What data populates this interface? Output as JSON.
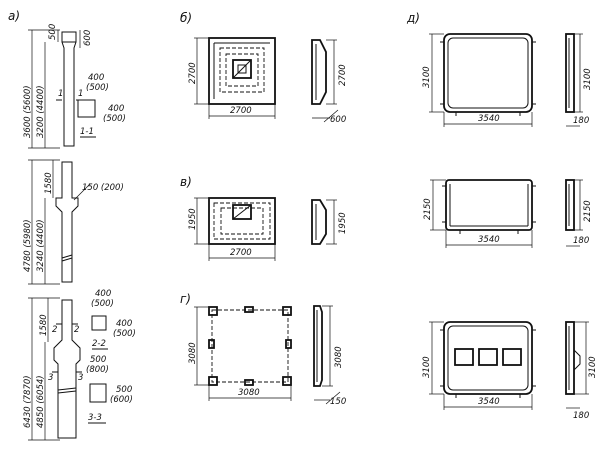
{
  "panels": {
    "a": "а)",
    "b": "б)",
    "v": "в)",
    "g": "г)",
    "d": "д)"
  },
  "column_a1": {
    "dim_top_left": "500",
    "dim_top_right": "600",
    "dim_total": "3600 (5600)",
    "dim_shaft": "3200 (4400)",
    "cut_mark": "1",
    "sec_w": "400",
    "sec_w_alt": "(500)",
    "sec_h": "400",
    "sec_h_alt": "(500)",
    "section_label": "1-1"
  },
  "column_a2": {
    "dim_top": "1580",
    "dim_total": "4780 (5980)",
    "dim_lower": "3240 (4400)",
    "dim_cap": "150 (200)"
  },
  "column_a3": {
    "dim_top": "1580",
    "dim_total": "6430 (7870)",
    "dim_lower": "4850 (6054)",
    "cut_mark_2": "2",
    "cut_mark_3": "3",
    "sec2_w": "400",
    "sec2_w_alt": "(500)",
    "sec2_h": "400",
    "sec2_h_alt": "(500)",
    "section2_label": "2-2",
    "sec3_w": "500",
    "sec3_w_alt": "(800)",
    "sec3_h": "500",
    "sec3_h_alt": "(600)",
    "section3_label": "3-3"
  },
  "panel_b": {
    "width": "2700",
    "height": "2700",
    "side_height": "2700",
    "side_thickness": "600"
  },
  "panel_v": {
    "width": "2700",
    "height": "1950",
    "side_height": "1950"
  },
  "panel_g": {
    "width": "3080",
    "height": "3080",
    "side_height": "3080",
    "side_thickness": "150"
  },
  "panel_d1": {
    "width": "3540",
    "height": "3100",
    "side_height": "3100",
    "side_thickness": "180"
  },
  "panel_d2": {
    "width": "3540",
    "height": "2150",
    "side_height": "2150",
    "side_thickness": "180"
  },
  "panel_d3": {
    "width": "3540",
    "height": "3100",
    "side_height": "3100",
    "side_thickness": "180"
  }
}
